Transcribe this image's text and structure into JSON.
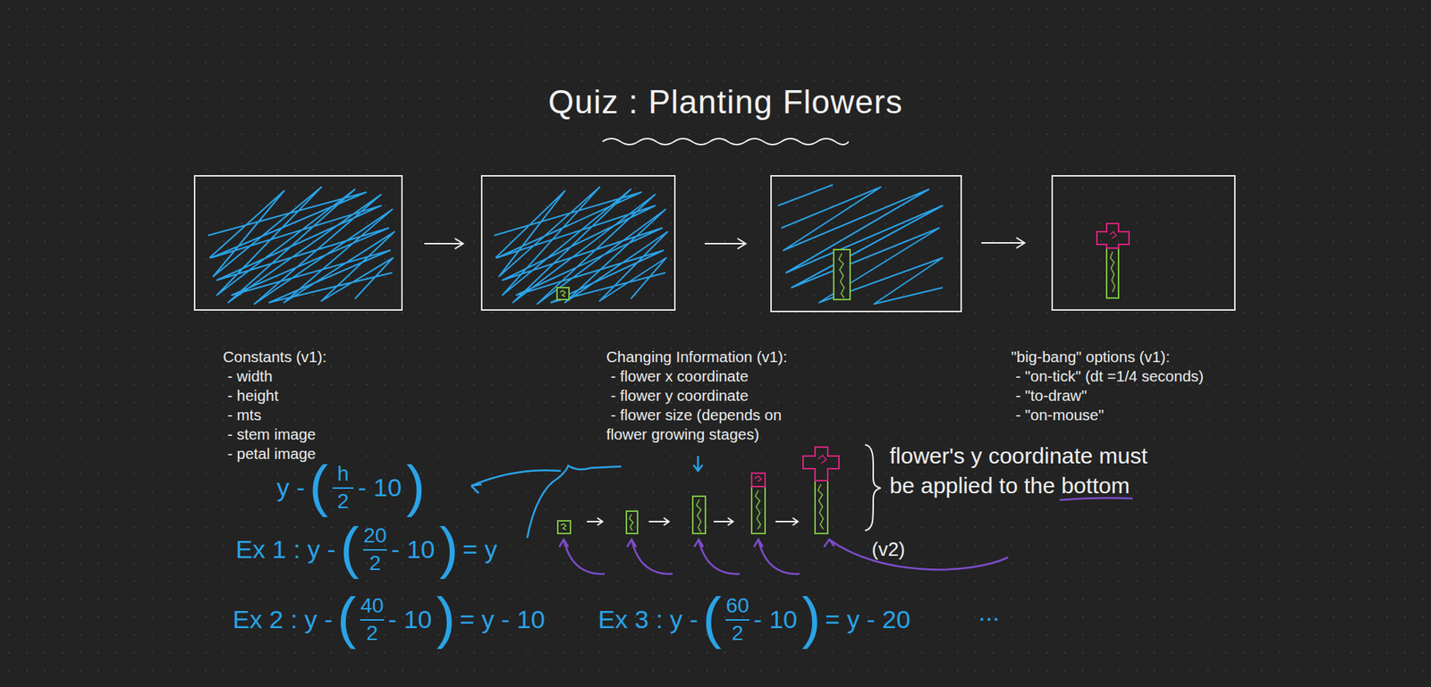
{
  "diagram": {
    "title": "Quiz : Planting Flowers",
    "labels": [
      "Constants (v1):",
      "- width",
      "- height",
      "- mts",
      "- stem image",
      "- petal image",
      "Changing Information (v1):",
      "- flower x coordinate",
      "- flower y coordinate",
      "- flower size (depends on flower growing stages)",
      "\"big-bang\" options (v1):",
      "- \"on-tick\" (dt =1/4 seconds)",
      "- \"to-draw\"",
      "- \"on-mouse\"",
      "y -",
      "(",
      "h",
      "2",
      "- 10",
      ")",
      "Ex 1 : y -",
      "(",
      "20",
      "2",
      "- 10",
      ")",
      "= y",
      "Ex 2 : y -",
      "(",
      "40",
      "2",
      "- 10",
      ")",
      "= y - 10",
      "Ex 3 : y -",
      "(",
      "60",
      "2",
      "- 10",
      ")",
      "= y - 20",
      "...",
      "flower's y coordinate must be applied to the bottom",
      "(v2)"
    ]
  }
}
